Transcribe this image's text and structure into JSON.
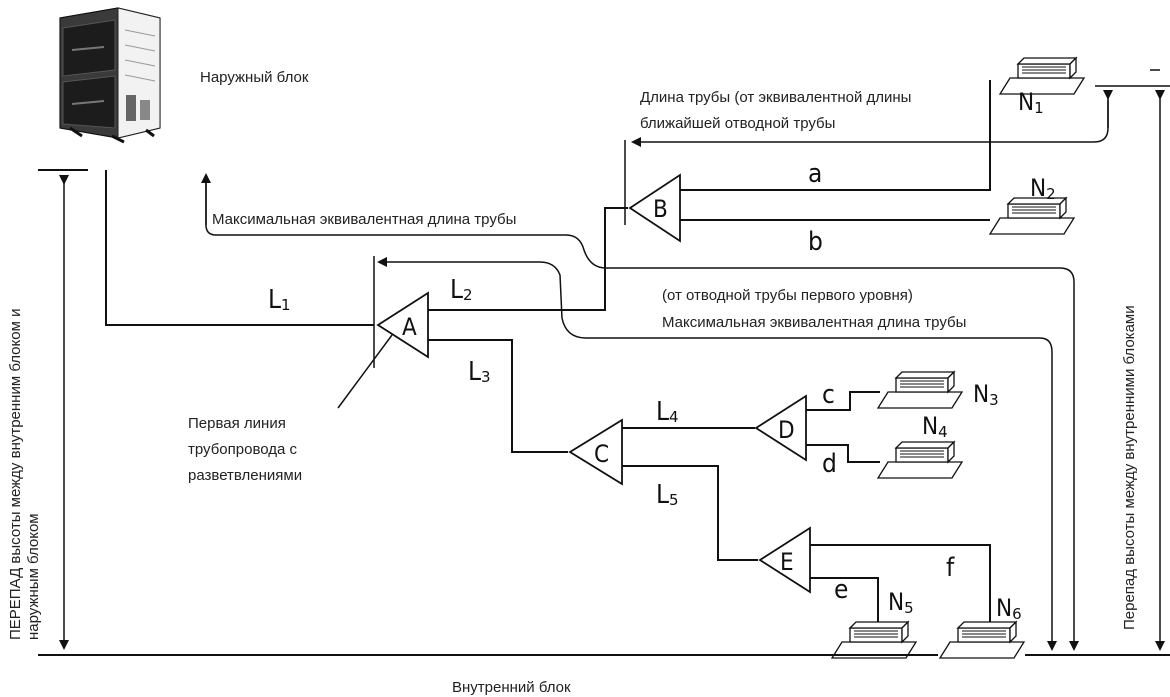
{
  "labels": {
    "outdoor_unit": "Наружный блок",
    "indoor_unit": "Внутренний блок",
    "pipe_length_line1": "Длина трубы (от эквивалентной длины",
    "pipe_length_line2": "ближайшей отводной трубы",
    "max_equiv_length_top": "Максимальная эквивалентная длина трубы",
    "from_first_branch": "(от отводной трубы первого уровня)",
    "max_equiv_length_mid": "Максимальная эквивалентная длина трубы",
    "first_branch_line1": "Первая линия",
    "first_branch_line2": "трубопровода с",
    "first_branch_line3": "разветвлениями",
    "height_diff_outdoor_line1": "ПЕРЕПАД высоты между внутренним блоком и",
    "height_diff_outdoor_line2": "наружным блоком",
    "height_diff_indoor": "Перепад высоты между внутренними блоками"
  },
  "branches": {
    "A": "A",
    "B": "B",
    "C": "C",
    "D": "D",
    "E": "E"
  },
  "pipes": {
    "L1": {
      "main": "L",
      "sub": "1"
    },
    "L2": {
      "main": "L",
      "sub": "2"
    },
    "L3": {
      "main": "L",
      "sub": "3"
    },
    "L4": {
      "main": "L",
      "sub": "4"
    },
    "L5": {
      "main": "L",
      "sub": "5"
    },
    "a": "a",
    "b": "b",
    "c": "c",
    "d": "d",
    "e": "e",
    "f": "f"
  },
  "units": {
    "N1": {
      "main": "N",
      "sub": "1"
    },
    "N2": {
      "main": "N",
      "sub": "2"
    },
    "N3": {
      "main": "N",
      "sub": "3"
    },
    "N4": {
      "main": "N",
      "sub": "4"
    },
    "N5": {
      "main": "N",
      "sub": "5"
    },
    "N6": {
      "main": "N",
      "sub": "6"
    }
  }
}
